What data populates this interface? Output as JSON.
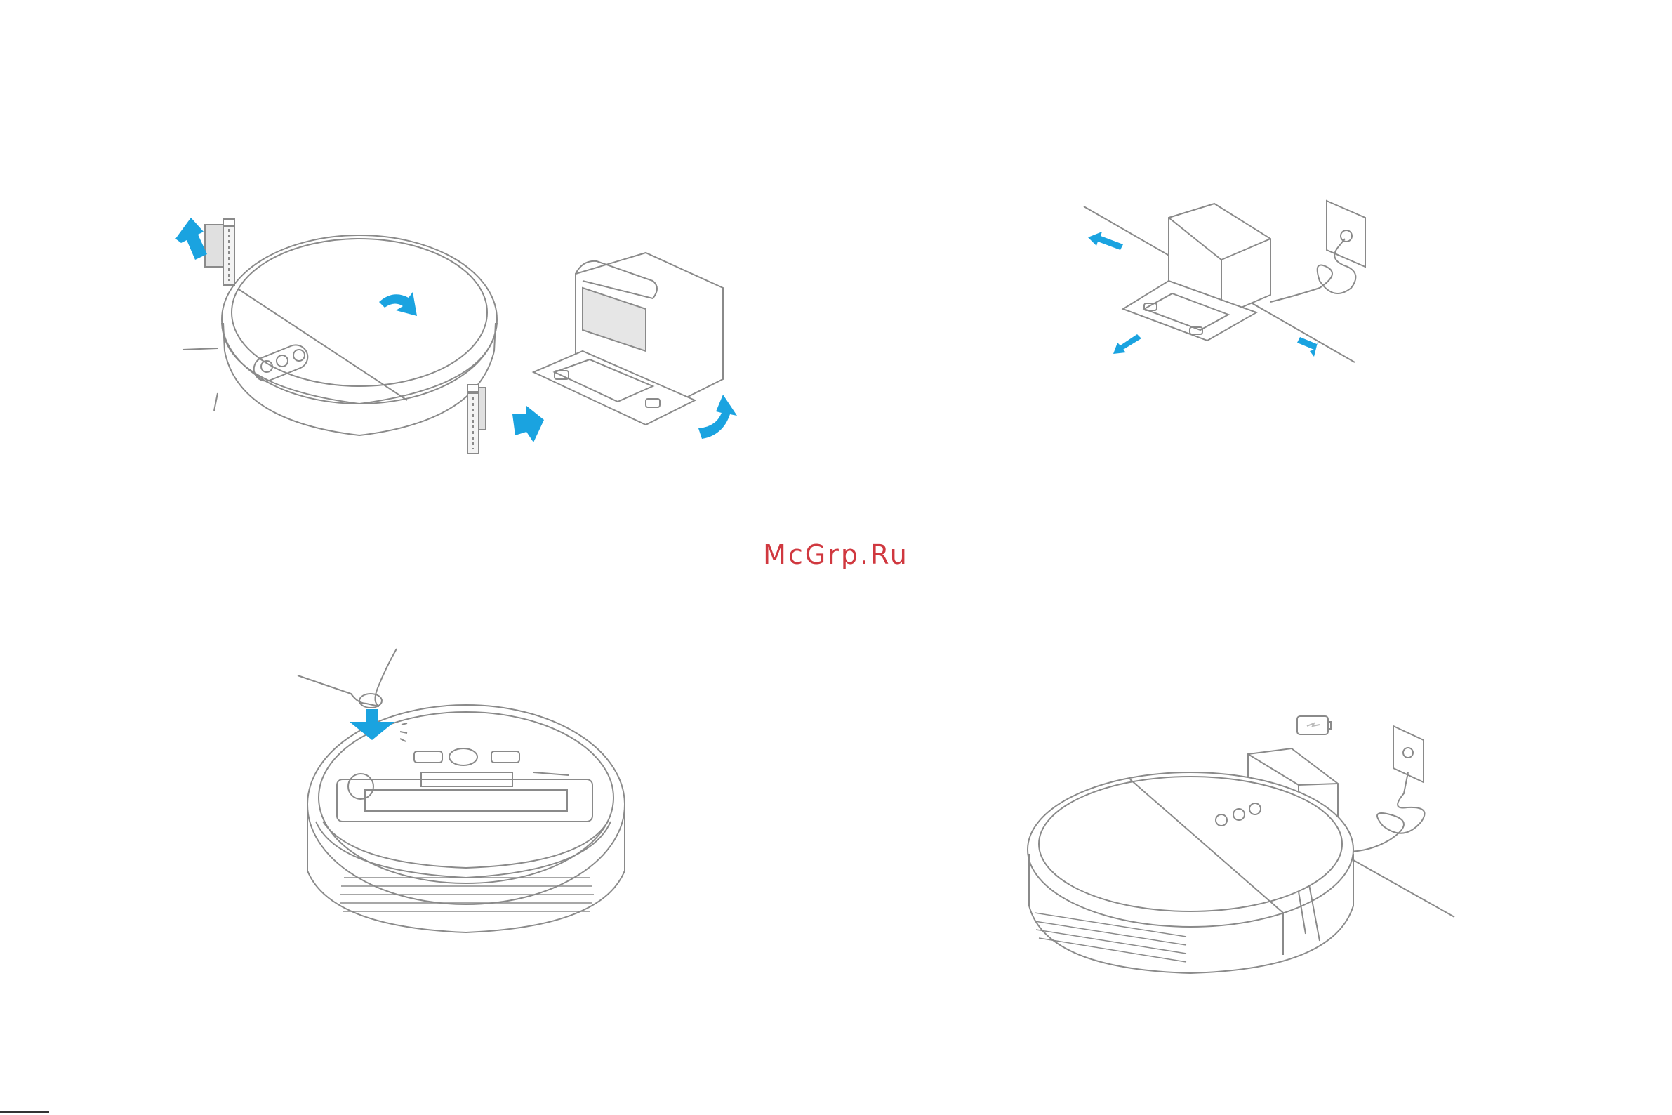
{
  "watermark": {
    "text": "McGrp.Ru"
  },
  "colors": {
    "line": "#8a8a8a",
    "accent_blue": "#1aa3e0",
    "watermark_red": "#d0383f",
    "dock_fill": "#e6e6e6",
    "page_background": "#ffffff"
  },
  "panels": [
    {
      "name": "remove-protective-strips-and-rotate-dock",
      "icons": [
        "robot-vacuum-icon",
        "protective-strip-icon",
        "charging-dock-icon",
        "arrow-icon",
        "rotate-arrow-icon"
      ]
    },
    {
      "name": "place-dock-against-wall",
      "icons": [
        "charging-dock-icon",
        "wall-outlet-icon",
        "power-cord-icon",
        "clearance-arrow-icon"
      ]
    },
    {
      "name": "install-side-brush",
      "icons": [
        "side-brush-icon",
        "down-arrow-icon",
        "robot-underside-icon"
      ]
    },
    {
      "name": "robot-charging-on-dock",
      "icons": [
        "battery-charging-icon",
        "wall-outlet-icon",
        "robot-vacuum-icon",
        "charging-dock-icon"
      ]
    }
  ]
}
